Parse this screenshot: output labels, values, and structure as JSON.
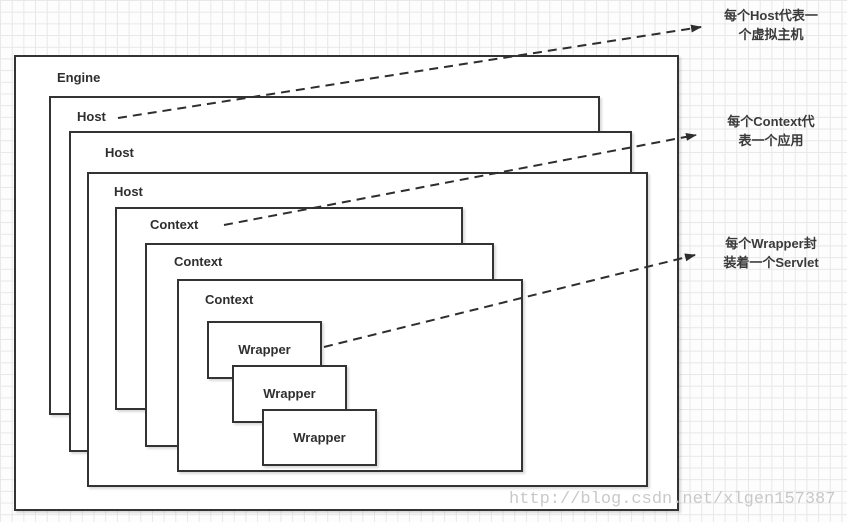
{
  "diagram": {
    "boxes": {
      "engine": {
        "label": "Engine"
      },
      "host1": {
        "label": "Host"
      },
      "host2": {
        "label": "Host"
      },
      "host3": {
        "label": "Host"
      },
      "context1": {
        "label": "Context"
      },
      "context2": {
        "label": "Context"
      },
      "context3": {
        "label": "Context"
      },
      "wrapper1": {
        "label": "Wrapper"
      },
      "wrapper2": {
        "label": "Wrapper"
      },
      "wrapper3": {
        "label": "Wrapper"
      }
    },
    "annotations": [
      {
        "line1": "每个Host代表一",
        "line2": "个虚拟主机"
      },
      {
        "line1": "每个Context代",
        "line2": "表一个应用"
      },
      {
        "line1": "每个Wrapper封",
        "line2": "装着一个Servlet"
      }
    ],
    "colors": {
      "box_border": "#333333",
      "arrow": "#2e2e2e",
      "annotation_text": "#3a3a3a",
      "grid_line": "#e7e7e7",
      "watermark_text": "#c9c9c9"
    }
  },
  "watermark": {
    "text": "http://blog.csdn.net/xlgen157387"
  }
}
